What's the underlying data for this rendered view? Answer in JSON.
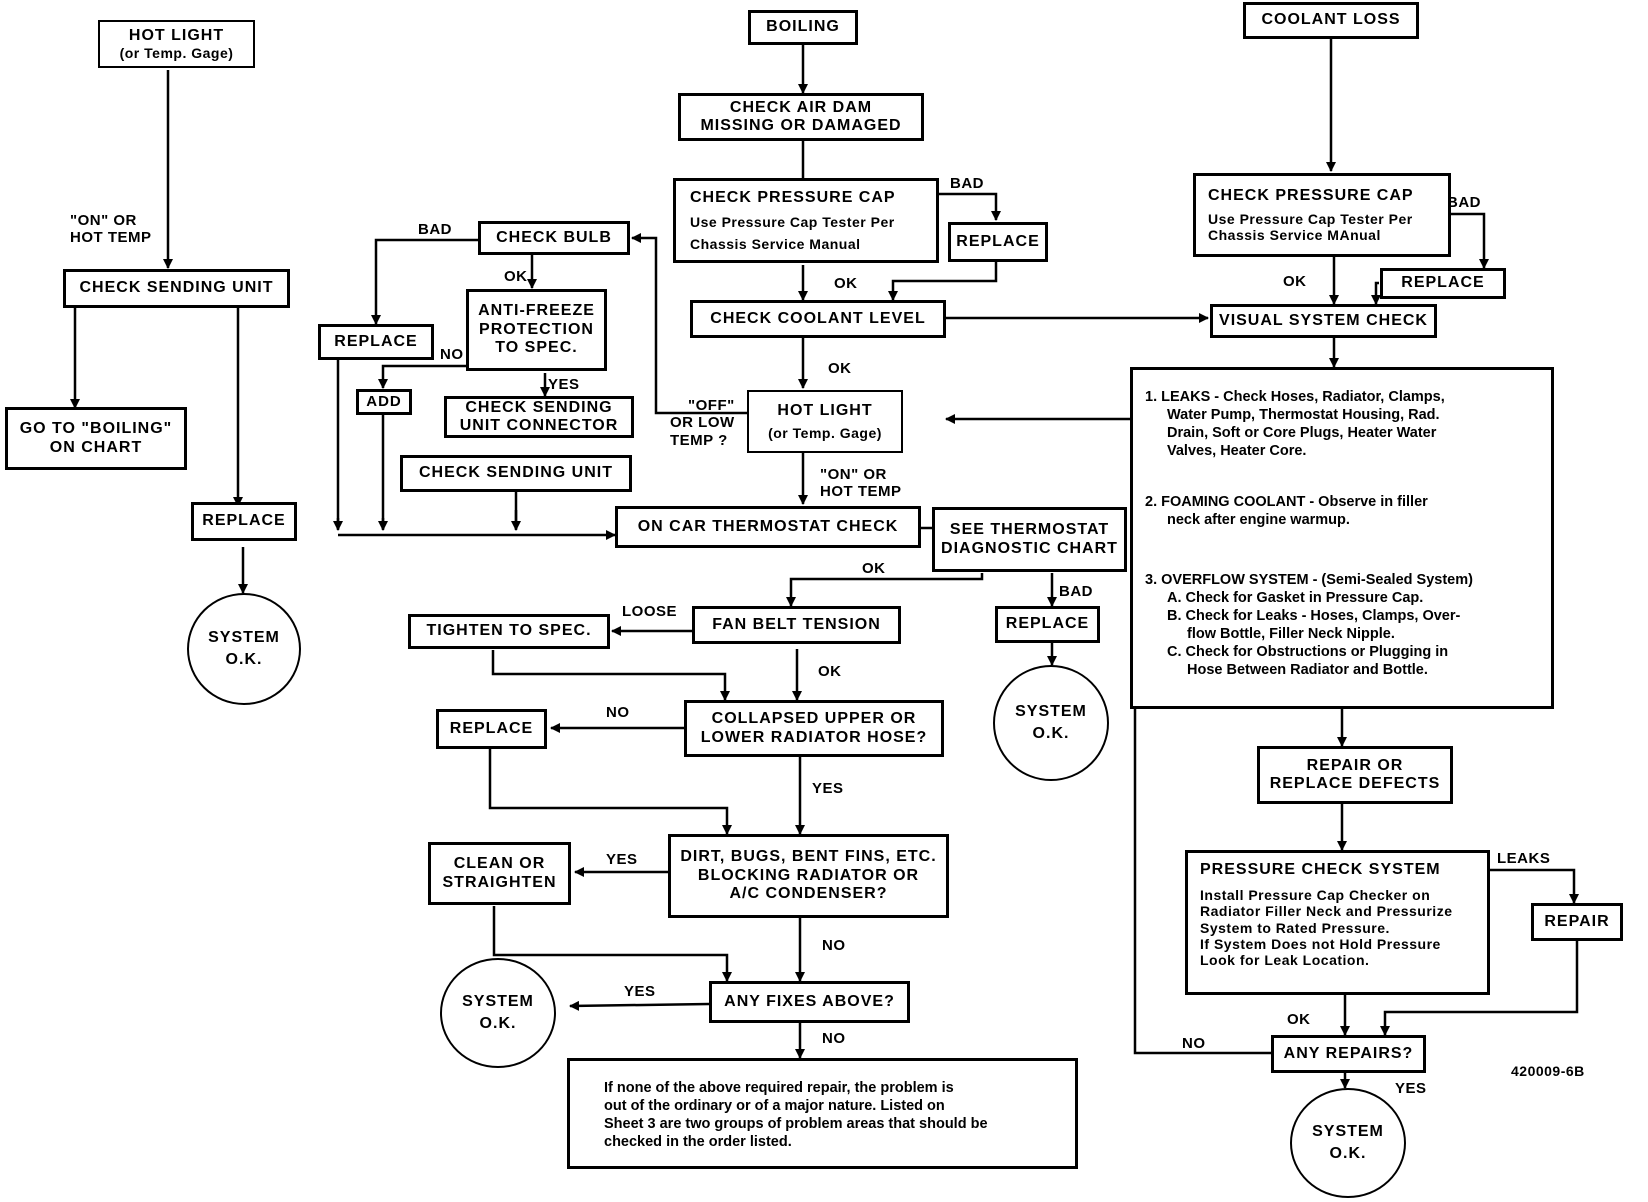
{
  "boxes": {
    "hot_light_top": {
      "line1": "HOT LIGHT",
      "line2": "(or Temp. Gage)"
    },
    "boiling": "BOILING",
    "coolant_loss": "COOLANT LOSS",
    "check_air_dam": {
      "line1": "CHECK AIR DAM",
      "line2": "MISSING OR DAMAGED"
    },
    "check_pressure_cap_mid": {
      "line1": "CHECK PRESSURE CAP",
      "line2": "Use Pressure Cap Tester Per",
      "line3": "Chassis Service Manual"
    },
    "replace_cap_mid": "REPLACE",
    "check_pressure_cap_right": {
      "line1": "CHECK PRESSURE CAP",
      "line2": "Use Pressure Cap Tester Per",
      "line3": "Chassis Service MAnual"
    },
    "replace_cap_right": "REPLACE",
    "check_bulb": "CHECK BULB",
    "check_sending_unit_left": "CHECK SENDING UNIT",
    "replace_bulb": "REPLACE",
    "antifreeze": {
      "line1": "ANTI-FREEZE",
      "line2": "PROTECTION",
      "line3": "TO SPEC."
    },
    "check_coolant_level": "CHECK COOLANT LEVEL",
    "visual_system_check": "VISUAL SYSTEM CHECK",
    "add": "ADD",
    "check_sending_unit_connector": {
      "line1": "CHECK SENDING",
      "line2": "UNIT CONNECTOR"
    },
    "hot_light_mid": {
      "line1": "HOT LIGHT",
      "line2": "(or Temp. Gage)"
    },
    "go_to_boiling": {
      "line1": "GO TO \"BOILING\"",
      "line2": "ON CHART"
    },
    "check_sending_unit_mid": "CHECK SENDING UNIT",
    "replace_sending_unit": "REPLACE",
    "on_car_thermostat": "ON CAR THERMOSTAT CHECK",
    "see_thermostat": {
      "line1": "SEE THERMOSTAT",
      "line2": "DIAGNOSTIC CHART"
    },
    "tighten": "TIGHTEN TO SPEC.",
    "fan_belt": "FAN BELT TENSION",
    "replace_thermostat": "REPLACE",
    "replace_hose": "REPLACE",
    "collapsed_hose": {
      "line1": "COLLAPSED UPPER OR",
      "line2": "LOWER RADIATOR HOSE?"
    },
    "repair_or_replace": {
      "line1": "REPAIR OR",
      "line2": "REPLACE DEFECTS"
    },
    "clean_straighten": {
      "line1": "CLEAN OR",
      "line2": "STRAIGHTEN"
    },
    "dirt_bugs": {
      "line1": "DIRT, BUGS, BENT FINS, ETC.",
      "line2": "BLOCKING RADIATOR OR",
      "line3": "A/C CONDENSER?"
    },
    "pressure_check": {
      "title": "PRESSURE CHECK SYSTEM",
      "line1": "Install Pressure Cap Checker on",
      "line2": "Radiator Filler Neck and Pressurize",
      "line3": "System to Rated Pressure.",
      "line4": "If System Does not Hold Pressure",
      "line5": "Look for Leak Location."
    },
    "repair": "REPAIR",
    "any_fixes": "ANY FIXES ABOVE?",
    "any_repairs": "ANY REPAIRS?"
  },
  "circles": {
    "system_ok_left": {
      "line1": "SYSTEM",
      "line2": "O.K."
    },
    "system_ok_mid": {
      "line1": "SYSTEM",
      "line2": "O.K."
    },
    "system_ok_bottom_left": {
      "line1": "SYSTEM",
      "line2": "O.K."
    },
    "system_ok_bottom_right": {
      "line1": "SYSTEM",
      "line2": "O.K."
    }
  },
  "visual_check_list": {
    "item1": {
      "l1": "1. LEAKS - Check Hoses, Radiator, Clamps,",
      "l2": "Water Pump, Thermostat Housing, Rad.",
      "l3": "Drain, Soft or Core Plugs, Heater Water",
      "l4": "Valves, Heater Core."
    },
    "item2": {
      "l1": "2. FOAMING COOLANT - Observe in filler",
      "l2": "neck after engine warmup."
    },
    "item3": {
      "l1": "3. OVERFLOW SYSTEM - (Semi-Sealed System)",
      "a": "A. Check for Gasket in Pressure Cap.",
      "b1": "B. Check for Leaks - Hoses, Clamps,  Over-",
      "b2": "flow Bottle, Filler Neck Nipple.",
      "c1": "C. Check for Obstructions or Plugging in",
      "c2": "Hose Between Radiator and Bottle."
    }
  },
  "final_note": {
    "l1": "If none of the above required repair, the problem is",
    "l2": "out of the ordinary or of a major nature.   Listed on",
    "l3": "Sheet 3 are two groups of problem areas that should be",
    "l4": "checked in the order listed."
  },
  "labels": {
    "on_hot_temp_left": {
      "l1": "\"ON\" OR",
      "l2": "HOT TEMP"
    },
    "bad_bulb": "BAD",
    "ok_bulb": "OK",
    "no_antifreeze": "NO",
    "yes_antifreeze": "YES",
    "bad_cap_mid": "BAD",
    "ok_cap_mid": "OK",
    "ok_level": "OK",
    "off_low": {
      "l1": "\"OFF\"",
      "l2": "OR LOW",
      "l3": "TEMP ?"
    },
    "on_hot_temp_mid": {
      "l1": "\"ON\" OR",
      "l2": "HOT TEMP"
    },
    "bad_cap_right": "BAD",
    "ok_cap_right": "OK",
    "ok_thermostat": "OK",
    "bad_thermostat": "BAD",
    "loose": "LOOSE",
    "ok_belt": "OK",
    "no_hose": "NO",
    "yes_hose": "YES",
    "yes_dirt": "YES",
    "no_dirt": "NO",
    "yes_fixes": "YES",
    "no_fixes": "NO",
    "leaks": "LEAKS",
    "ok_pressure": "OK",
    "no_repairs": "NO",
    "yes_repairs": "YES",
    "figure_code": "420009-6B"
  }
}
